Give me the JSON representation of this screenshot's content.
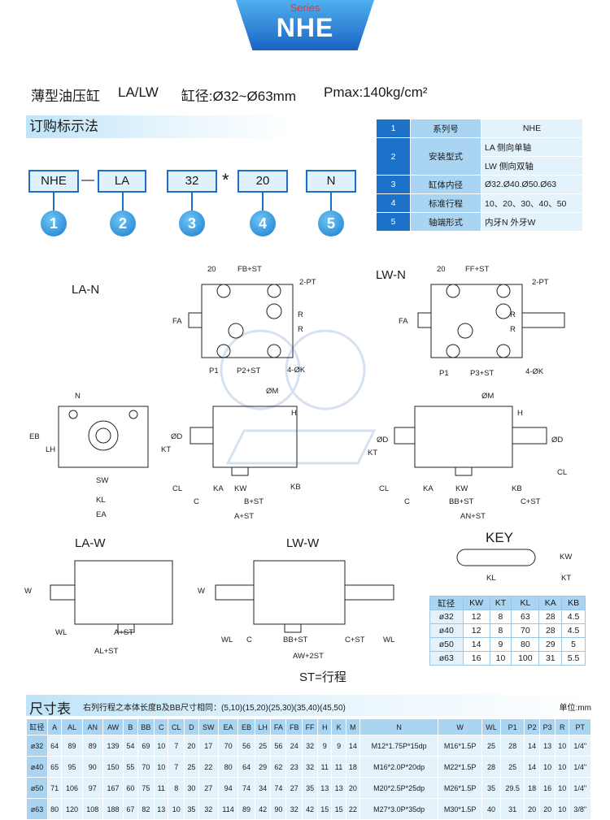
{
  "header": {
    "series_label": "Series",
    "model": "NHE"
  },
  "spec": {
    "name": "薄型油压缸",
    "types": "LA/LW",
    "bore": "缸径:Ø32~Ø63mm",
    "pmax": "Pmax:140kg/cm²"
  },
  "order": {
    "title": "订购标示法",
    "codes": [
      "NHE",
      "LA",
      "32",
      "20",
      "N"
    ],
    "separators": [
      "—",
      "*"
    ],
    "numbers": [
      "1",
      "2",
      "3",
      "4",
      "5"
    ],
    "table": [
      {
        "n": "1",
        "k": "系列号",
        "v": [
          "NHE"
        ]
      },
      {
        "n": "2",
        "k": "安装型式",
        "v": [
          "LA 侧向单轴",
          "LW 侧向双轴"
        ]
      },
      {
        "n": "3",
        "k": "缸体内径",
        "v": [
          "Ø32.Ø40.Ø50.Ø63"
        ]
      },
      {
        "n": "4",
        "k": "标准行程",
        "v": [
          "10、20、30、40、50"
        ]
      },
      {
        "n": "5",
        "k": "轴端形式",
        "v": [
          "内牙N  外牙W"
        ]
      }
    ]
  },
  "drawings": {
    "labels": {
      "la_n": "LA-N",
      "lw_n": "LW-N",
      "la_w": "LA-W",
      "lw_w": "LW-W",
      "key": "KEY"
    },
    "dims": {
      "d20a": "20",
      "fb_st": "FB+ST",
      "pt_a": "2-PT",
      "fa_a": "FA",
      "r1": "R",
      "r2": "R",
      "p1_a": "P1",
      "p2_st": "P2+ST",
      "k4_a": "4-ØK",
      "d20b": "20",
      "ff_st": "FF+ST",
      "pt_b": "2-PT",
      "fa_b": "FA",
      "r3": "R",
      "r4": "R",
      "p1_b": "P1",
      "p3_st": "P3+ST",
      "k4_b": "4-ØK",
      "n": "N",
      "eb": "EB",
      "lh": "LH",
      "sw": "SW",
      "kl_a": "KL",
      "ea": "EA",
      "om_a": "ØM",
      "h_a": "H",
      "od_a": "ØD",
      "kt_a": "KT",
      "cl_a": "CL",
      "ka_a": "KA",
      "kw_a": "KW",
      "kb_a": "KB",
      "c_a": "C",
      "b_st": "B+ST",
      "a_st": "A+ST",
      "om_b": "ØM",
      "h_b": "H",
      "od_b": "ØD",
      "od_c": "ØD",
      "kt_b": "KT",
      "cl_b": "CL",
      "cl_c": "CL",
      "ka_b": "KA",
      "kw_b": "KW",
      "kb_b": "KB",
      "c_b": "C",
      "bb_st": "BB+ST",
      "c_st": "C+ST",
      "an_st": "AN+ST",
      "w_a": "W",
      "wl_a": "WL",
      "a_st2": "A+ST",
      "al_st": "AL+ST",
      "w_b": "W",
      "wl_b": "WL",
      "c_c": "C",
      "bb_st2": "BB+ST",
      "c_st2": "C+ST",
      "wl_c": "WL",
      "aw_2st": "AW+2ST",
      "kw_k": "KW",
      "kl_k": "KL",
      "kt_k": "KT"
    }
  },
  "key_table": {
    "headers": [
      "缸径",
      "KW",
      "KT",
      "KL",
      "KA",
      "KB"
    ],
    "rows": [
      [
        "ø32",
        "12",
        "8",
        "63",
        "28",
        "4.5"
      ],
      [
        "ø40",
        "12",
        "8",
        "70",
        "28",
        "4.5"
      ],
      [
        "ø50",
        "14",
        "9",
        "80",
        "29",
        "5"
      ],
      [
        "ø63",
        "16",
        "10",
        "100",
        "31",
        "5.5"
      ]
    ]
  },
  "st_note": "ST=行程",
  "dimensions": {
    "title": "尺寸表",
    "note": "右列行程之本体长度B及BB尺寸相同：(5,10)(15,20)(25,30)(35,40)(45,50)",
    "unit": "单位:mm",
    "headers": [
      "缸径",
      "A",
      "AL",
      "AN",
      "AW",
      "B",
      "BB",
      "C",
      "CL",
      "D",
      "SW",
      "EA",
      "EB",
      "LH",
      "FA",
      "FB",
      "FF",
      "H",
      "K",
      "M",
      "N",
      "W",
      "WL",
      "P1",
      "P2",
      "P3",
      "R",
      "PT"
    ],
    "rows": [
      [
        "ø32",
        "64",
        "89",
        "89",
        "139",
        "54",
        "69",
        "10",
        "7",
        "20",
        "17",
        "70",
        "56",
        "25",
        "56",
        "24",
        "32",
        "9",
        "9",
        "14",
        "M12*1.75P*15dp",
        "M16*1.5P",
        "25",
        "28",
        "14",
        "13",
        "10",
        "1/4\""
      ],
      [
        "ø40",
        "65",
        "95",
        "90",
        "150",
        "55",
        "70",
        "10",
        "7",
        "25",
        "22",
        "80",
        "64",
        "29",
        "62",
        "23",
        "32",
        "11",
        "11",
        "18",
        "M16*2.0P*20dp",
        "M22*1.5P",
        "28",
        "25",
        "14",
        "10",
        "10",
        "1/4\""
      ],
      [
        "ø50",
        "71",
        "106",
        "97",
        "167",
        "60",
        "75",
        "11",
        "8",
        "30",
        "27",
        "94",
        "74",
        "34",
        "74",
        "27",
        "35",
        "13",
        "13",
        "20",
        "M20*2.5P*25dp",
        "M26*1.5P",
        "35",
        "29.5",
        "18",
        "16",
        "10",
        "1/4\""
      ],
      [
        "ø63",
        "80",
        "120",
        "108",
        "188",
        "67",
        "82",
        "13",
        "10",
        "35",
        "32",
        "114",
        "89",
        "42",
        "90",
        "32",
        "42",
        "15",
        "15",
        "22",
        "M27*3.0P*35dp",
        "M30*1.5P",
        "40",
        "31",
        "20",
        "20",
        "10",
        "3/8\""
      ]
    ]
  },
  "colors": {
    "accent": "#1b72c8",
    "header_cell": "#a9d4f2",
    "body_cell": "#e4f2fc",
    "code_box": "#dff1fc"
  }
}
